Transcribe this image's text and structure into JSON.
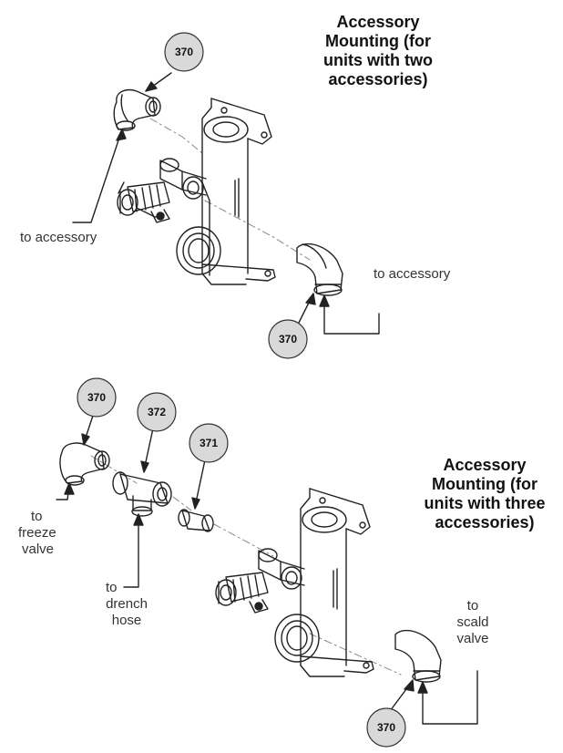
{
  "top": {
    "title_lines": [
      "Accessory",
      "Mounting (for",
      "units with two",
      "accessories)"
    ],
    "label_left": "to accessory",
    "label_right": "to accessory",
    "callout_upper": "370",
    "callout_lower": "370"
  },
  "bottom": {
    "title_lines": [
      "Accessory",
      "Mounting (for",
      "units with three",
      "accessories)"
    ],
    "label_freeze_lines": [
      "to",
      "freeze",
      "valve"
    ],
    "label_drench_lines": [
      "to",
      "drench",
      "hose"
    ],
    "label_scald_lines": [
      "to",
      "scald",
      "valve"
    ],
    "callout_elbow": "370",
    "callout_tee": "372",
    "callout_nipple": "371",
    "callout_lower": "370"
  },
  "colors": {
    "callout_fill": "#d9d9d9",
    "stroke": "#222222",
    "dash": "#888888"
  }
}
